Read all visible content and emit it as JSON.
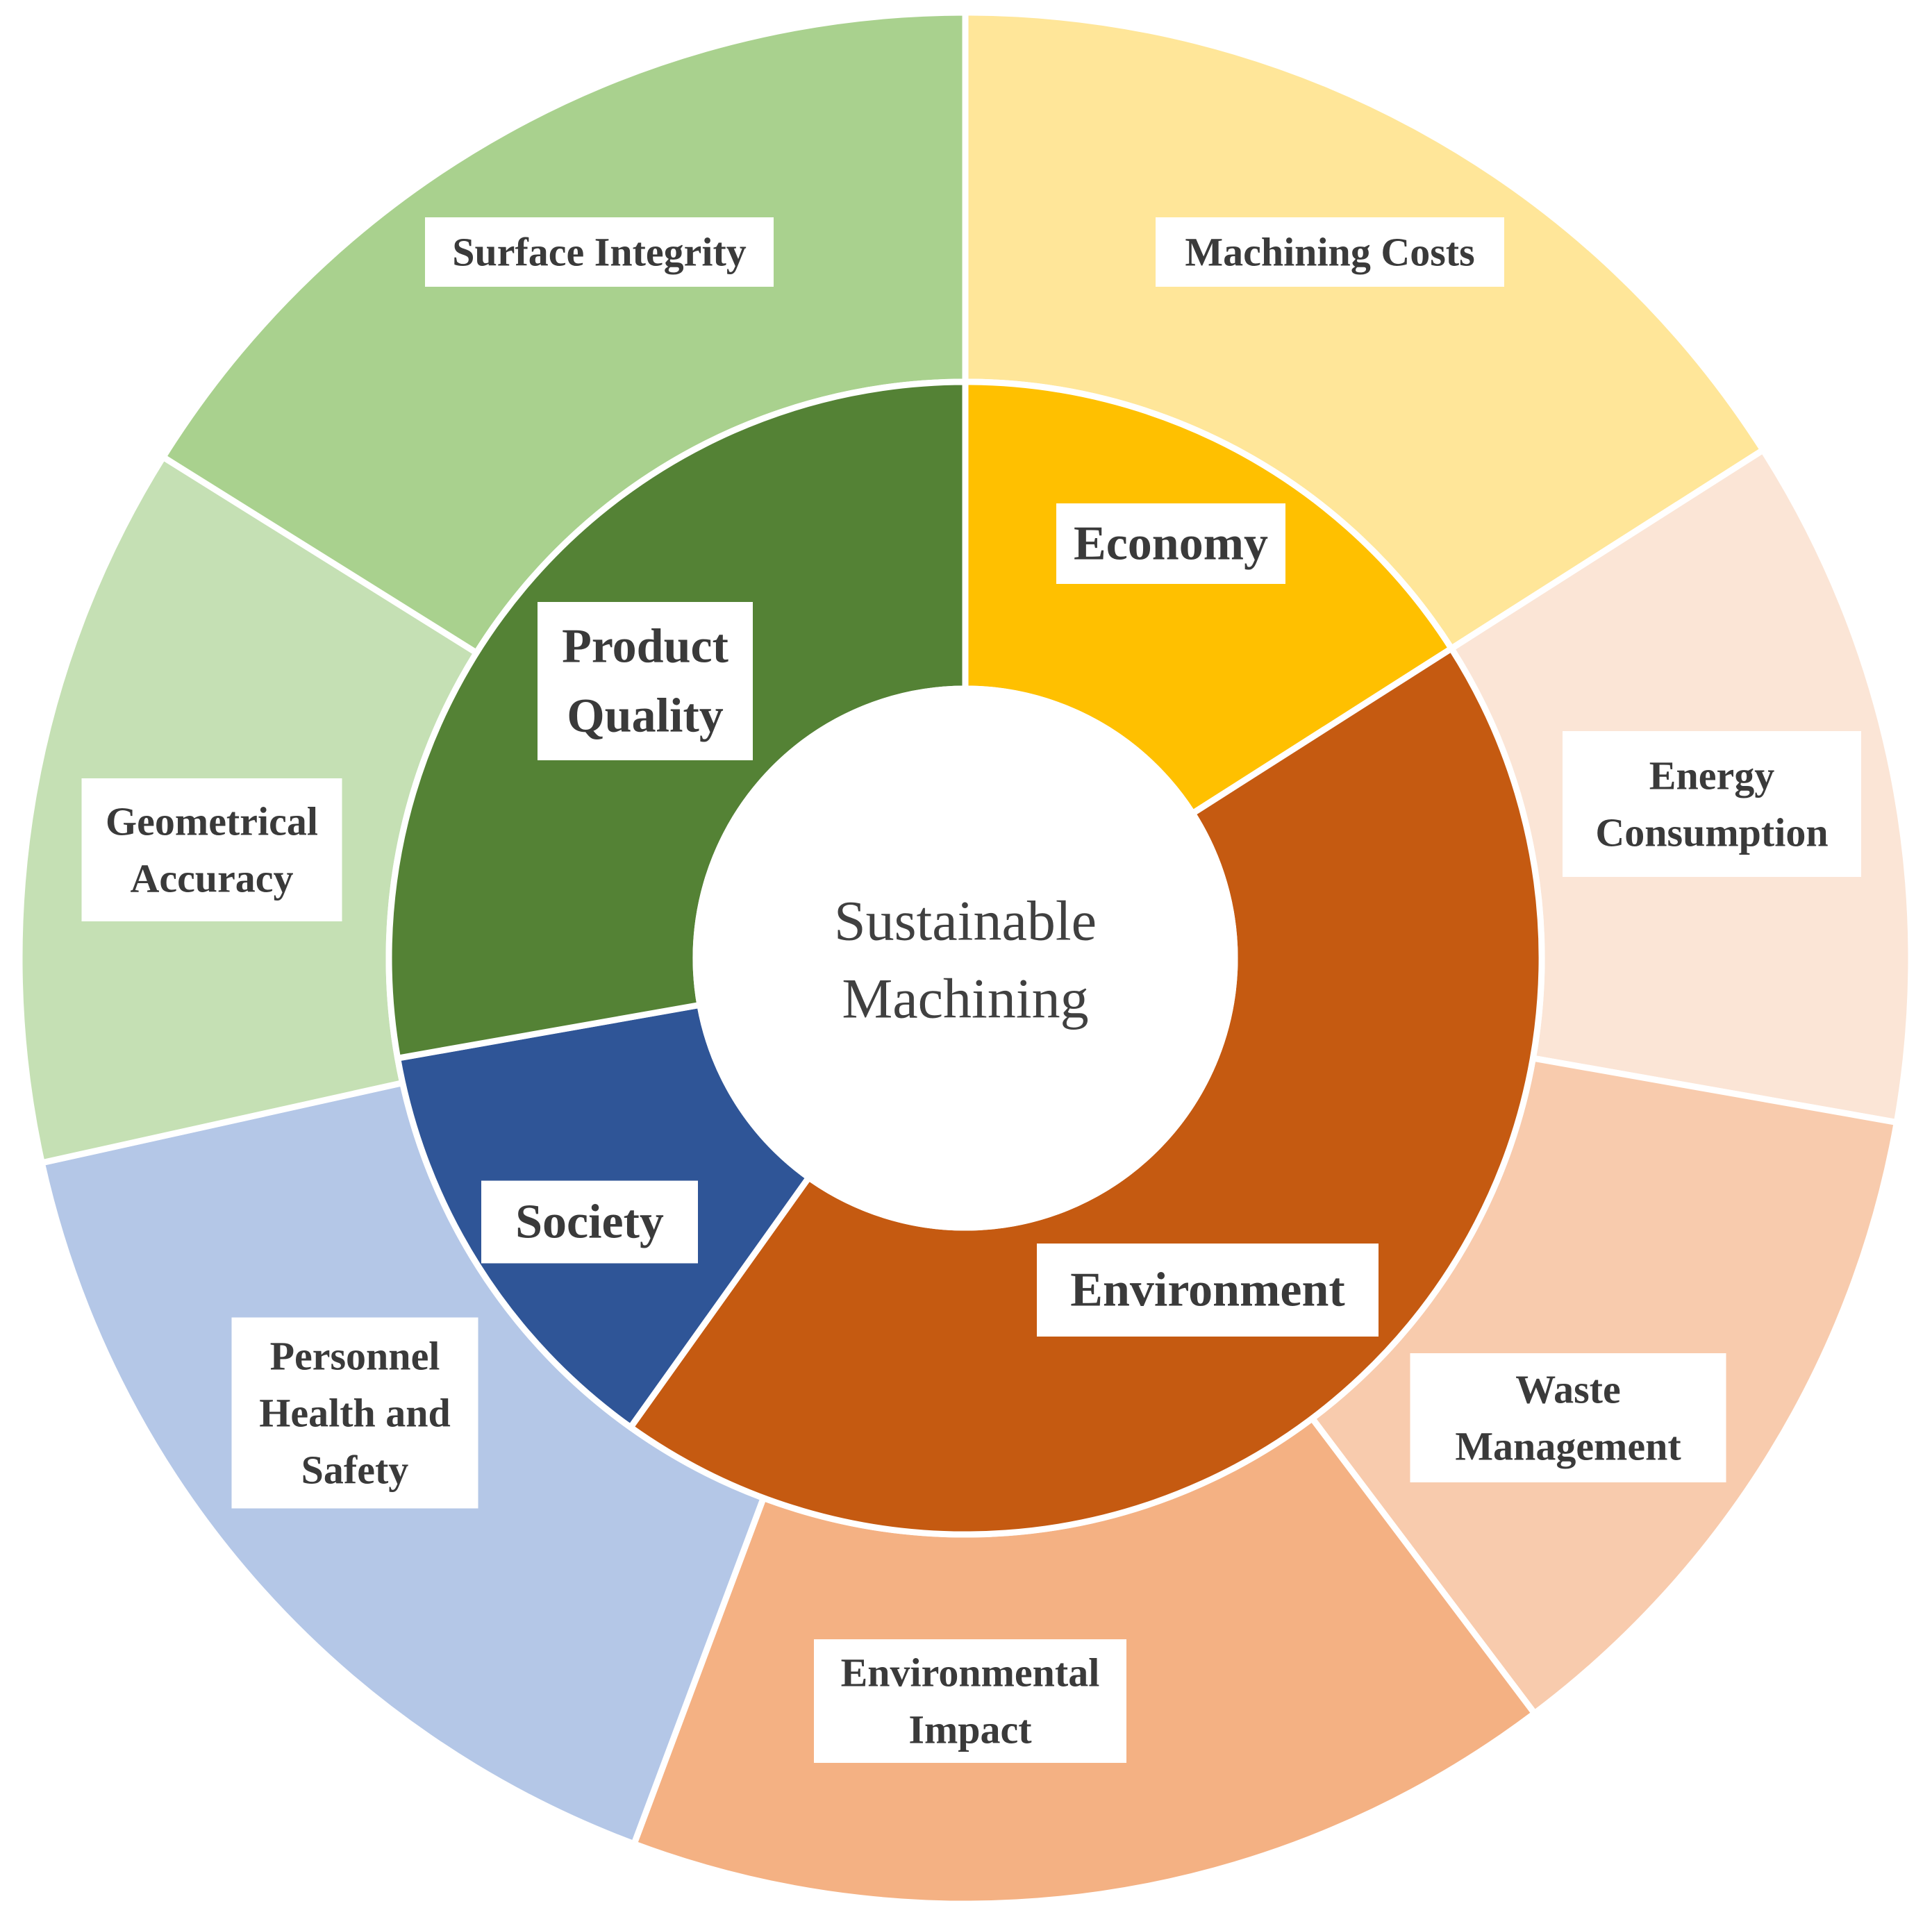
{
  "center": {
    "lines": [
      "Sustainable",
      "Machining"
    ]
  },
  "inner_ring": [
    {
      "id": "economy",
      "lines": [
        "Economy"
      ],
      "color": "#FFC000"
    },
    {
      "id": "environment",
      "lines": [
        "Environment"
      ],
      "color": "#C55A11"
    },
    {
      "id": "society",
      "lines": [
        "Society"
      ],
      "color": "#2F5597"
    },
    {
      "id": "product-quality",
      "lines": [
        "Product",
        "Quality"
      ],
      "color": "#548235"
    }
  ],
  "outer_ring": [
    {
      "id": "machining-costs",
      "lines": [
        "Machining Costs"
      ],
      "color": "#FFE699"
    },
    {
      "id": "energy-consumption",
      "lines": [
        "Energy",
        "Consumption"
      ],
      "color": "#FBE5D6"
    },
    {
      "id": "waste-management",
      "lines": [
        "Waste",
        "Management"
      ],
      "color": "#F8CBAD"
    },
    {
      "id": "environmental-impact",
      "lines": [
        "Environmental",
        "Impact"
      ],
      "color": "#F4B183"
    },
    {
      "id": "personnel-health-and-safety",
      "lines": [
        "Personnel",
        "Health and",
        "Safety"
      ],
      "color": "#B4C7E7"
    },
    {
      "id": "geometrical-accuracy",
      "lines": [
        "Geometrical",
        "Accuracy"
      ],
      "color": "#C5E0B4"
    },
    {
      "id": "surface-integrity",
      "lines": [
        "Surface Integrity"
      ],
      "color": "#A9D18E"
    }
  ]
}
